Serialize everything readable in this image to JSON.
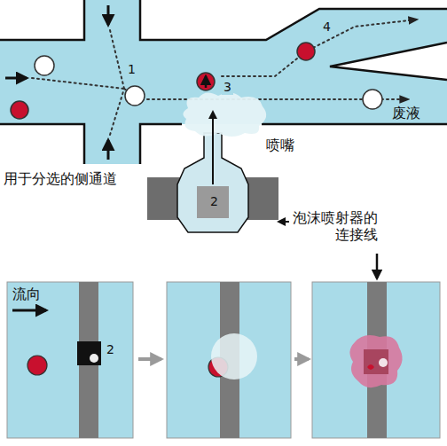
{
  "diagram": {
    "labels": [
      "1",
      "3",
      "4",
      "废液",
      "喷嘴",
      "2",
      "用于分选的侧通道",
      "泡沫喷射器的连接线",
      "流向",
      "2"
    ]
  }
}
